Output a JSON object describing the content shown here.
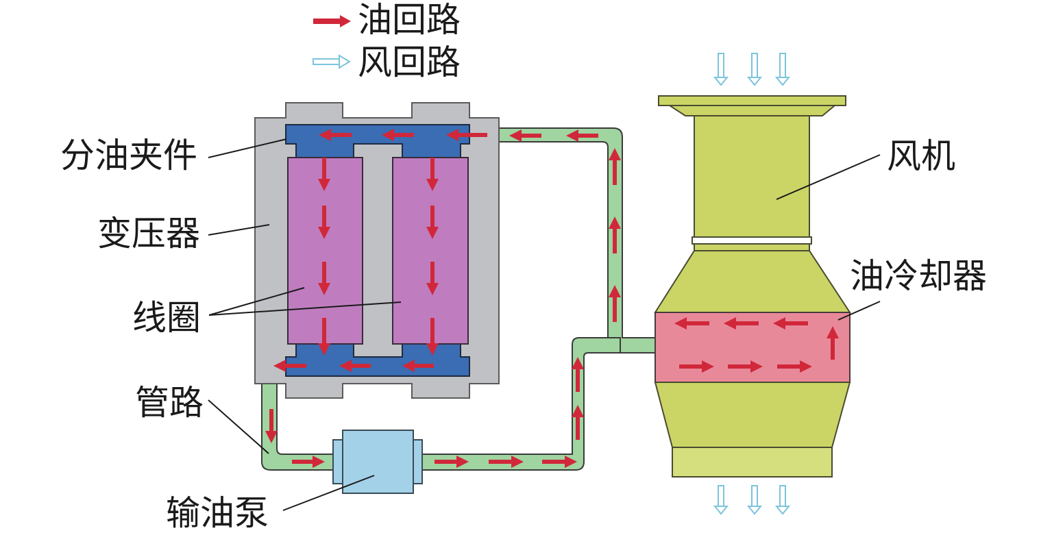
{
  "legend": {
    "oil_circuit": {
      "label": "油回路",
      "color": "#d0283a"
    },
    "air_circuit": {
      "label": "风回路",
      "color": "#9fd3e6"
    }
  },
  "labels": {
    "oil_clamp": "分油夹件",
    "transformer": "变压器",
    "coil": "线圈",
    "pipe": "管路",
    "pump": "输油泵",
    "fan": "风机",
    "oil_cooler": "油冷却器"
  },
  "colors": {
    "transformer_body": "#c0c1c4",
    "oil_clamp": "#3a6db3",
    "coil": "#bf7dbf",
    "pipe": "#a0d4a0",
    "pump": "#a3d2e8",
    "fan": "#cad565",
    "cooler": "#e8899a",
    "oil_arrow": "#d0283a",
    "air_arrow": "#9fd3e6"
  }
}
